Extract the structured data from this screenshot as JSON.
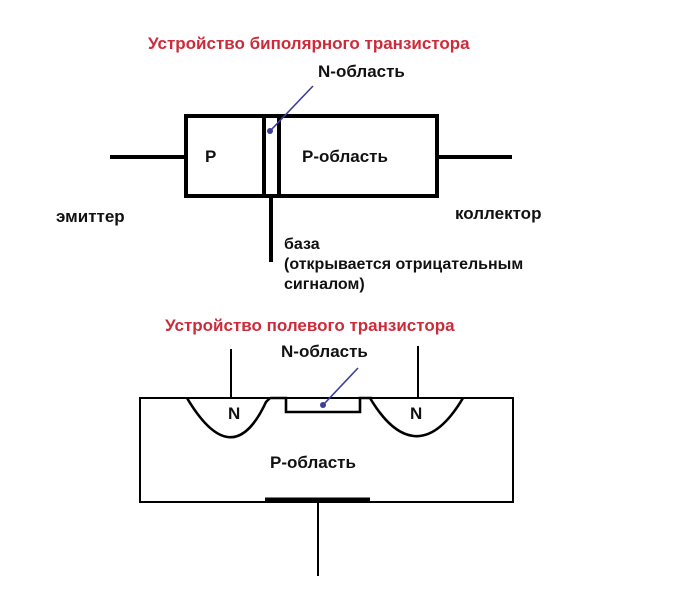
{
  "colors": {
    "title": "#cc2b3a",
    "stroke": "#000000",
    "pointer": "#3b3f9a",
    "text": "#111111"
  },
  "bipolar": {
    "title": "Устройство биполярного транзистора",
    "n_region": "N-область",
    "p_left": "P",
    "p_right": "P-область",
    "emitter": "эмиттер",
    "collector": "коллектор",
    "base_lines": [
      "база",
      "(открывается отрицательным",
      "сигналом)"
    ]
  },
  "fet": {
    "title": "Устройство полевого транзистора",
    "n_region": "N-область",
    "n_left": "N",
    "n_right": "N",
    "p_region": "P-область"
  }
}
